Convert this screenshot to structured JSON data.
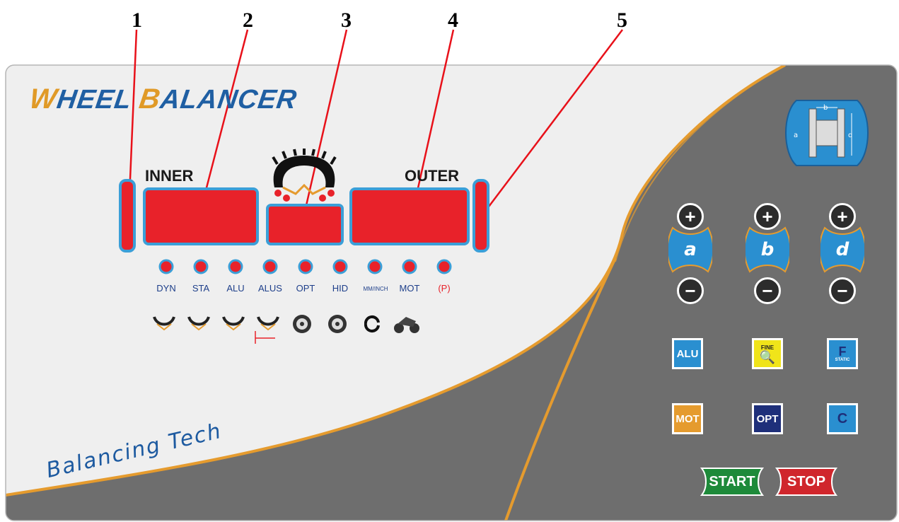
{
  "callouts": [
    "1",
    "2",
    "3",
    "4",
    "5"
  ],
  "brand": {
    "title_cap1": "W",
    "title_part1": "HEEL ",
    "title_cap2": "B",
    "title_part2": "ALANCER"
  },
  "display": {
    "inner_label": "INNER",
    "outer_label": "OUTER"
  },
  "indicators": [
    "DYN",
    "STA",
    "ALU",
    "ALUS",
    "OPT",
    "HID",
    "MM/INCH",
    "MOT",
    "(P)"
  ],
  "tagline": "Balancing Tech",
  "keypad": {
    "param_a": "a",
    "param_b": "b",
    "param_d": "d",
    "plus": "+",
    "minus": "−",
    "alu": "ALU",
    "fine": "FINE",
    "f": "F",
    "static": "STATIC",
    "mot": "MOT",
    "opt": "OPT",
    "c": "C",
    "start": "START",
    "stop": "STOP"
  },
  "diagram": {
    "b": "b",
    "d": "d",
    "a": "a"
  },
  "colors": {
    "display_red": "#e8222a",
    "bezel_blue": "#3b9fd8",
    "panel_gray": "#6b6b6b",
    "accent_orange": "#e59b2e",
    "brand_blue": "#1f5fa3",
    "start_green": "#1e8a3a",
    "stop_red": "#d0262c"
  }
}
